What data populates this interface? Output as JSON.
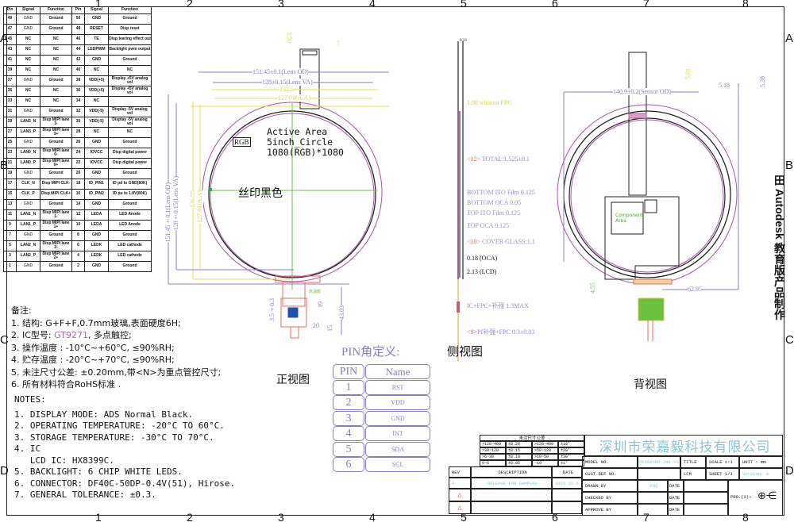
{
  "frame": {
    "columns": [
      "1",
      "2",
      "3",
      "4",
      "5",
      "6",
      "7",
      "8"
    ],
    "rows": [
      "A",
      "B",
      "C",
      "D"
    ]
  },
  "pin_table": {
    "headers": [
      "Pin",
      "Signal",
      "Function",
      "Pin",
      "Signal",
      "Function"
    ],
    "rows": [
      [
        "49",
        "GND",
        "Ground",
        "50",
        "GND",
        "Ground"
      ],
      [
        "47",
        "GND",
        "Ground",
        "48",
        "RESET",
        "Disp reset"
      ],
      [
        "45",
        "NC",
        "NC",
        "46",
        "TE",
        "Disp tearing effect out"
      ],
      [
        "43",
        "NC",
        "NC",
        "44",
        "LEDPWM",
        "Backlight pwm output"
      ],
      [
        "41",
        "NC",
        "NC",
        "42",
        "GND",
        "Ground"
      ],
      [
        "39",
        "NC",
        "NC",
        "40",
        "NC",
        "NC"
      ],
      [
        "37",
        "GND",
        "Ground",
        "38",
        "VDD(+5)",
        "Display +5V analog vol"
      ],
      [
        "35",
        "NC",
        "NC",
        "36",
        "VDD(+5)",
        "Display +5V analog vol"
      ],
      [
        "33",
        "NC",
        "NC",
        "34",
        "NC",
        ""
      ],
      [
        "31",
        "GND",
        "Ground",
        "32",
        "VDD(-5)",
        "Display -5V analog vol"
      ],
      [
        "29",
        "LAN3_N",
        "Disp MIPI lane 3-",
        "30",
        "VDD(-5)",
        "Display -5V analog vol"
      ],
      [
        "27",
        "LAN3_P",
        "Disp MIPI lane 3+",
        "28",
        "NC",
        "NC"
      ],
      [
        "25",
        "GND",
        "Ground",
        "26",
        "GND",
        "Ground"
      ],
      [
        "23",
        "LAN0_N",
        "Disp MIPI lane 0-",
        "24",
        "IOVCC",
        "Disp digital power"
      ],
      [
        "21",
        "LAN0_P",
        "Disp MIPI lane 0+",
        "22",
        "IOVCC",
        "Disp digital power"
      ],
      [
        "19",
        "GND",
        "Ground",
        "20",
        "GND",
        "Ground"
      ],
      [
        "17",
        "CLK_N",
        "Disp MIPI CLK-",
        "18",
        "ID_PIN1",
        "ID pd to GND(80K)"
      ],
      [
        "15",
        "CLK_P",
        "Disp MIPI CLK+",
        "16",
        "ID_PIN2",
        "ID pu to 1.8V(80K)"
      ],
      [
        "13",
        "GND",
        "Ground",
        "14",
        "GND",
        "Ground"
      ],
      [
        "11",
        "LAN1_N",
        "Disp MIPI lane 1-",
        "12",
        "LEDA",
        "LED Anode"
      ],
      [
        "9",
        "LAN1_P",
        "Disp MIPI lane 1+",
        "10",
        "LEDA",
        "LED Anode"
      ],
      [
        "7",
        "GND",
        "Ground",
        "8",
        "GND",
        "Ground"
      ],
      [
        "5",
        "LAN2_N",
        "Disp MIPI lane 2-",
        "6",
        "LEDK",
        "LED cathode"
      ],
      [
        "3",
        "LAN2_P",
        "Disp MIPI lane 2+",
        "4",
        "LEDK",
        "LED cathode"
      ],
      [
        "1",
        "GND",
        "Ground",
        "2",
        "GND",
        "Ground"
      ]
    ]
  },
  "notes_cn": {
    "title": "备注:",
    "items": [
      "1. 结构: G+F+F,0.7mm玻璃,表面硬度6H;",
      "2. IC型号: ",
      "3. 操作温度 : -10°C~+60°C, ≤90%RH;",
      "4. 贮存温度 : -20°C~+70°C, ≤90%RH;",
      "5. 未注尺寸公差: ±0.20mm,带<N>为重点管控尺寸;",
      "6. 所有材料符合RoHS标准 ."
    ],
    "ic_model": "GT9271",
    "ic_suffix": ", 多点触控;"
  },
  "notes_en": {
    "title": "NOTES:",
    "items": [
      "1. DISPLAY MODE: ADS Normal Black.",
      "2. OPERATING TEMPERATURE: -20°C TO 60°C.",
      "3. STORAGE TEMPERATURE: -30°C TO 70°C.",
      "4. IC",
      "   LCD IC: HX8399C.",
      "5. BACKLIGHT: 6 CHIP WHITE LEDS.",
      "6. CONNECTOR: DF40C-50DP-0.4V(51), Hirose.",
      "7. GENERAL TOLERANCE: ±0.3."
    ]
  },
  "front_view": {
    "title": "正视图",
    "active_area": [
      "Active Area",
      "5inch_Circle",
      "1080(RGB)*1080"
    ],
    "rgb": "RGB",
    "silkscreen": "丝印黑色",
    "dims": {
      "lens_od": "151.45±0.1(Lens OD)",
      "lens_va": "128±0.15(Lens VA)",
      "d132": "132.5",
      "d127": "127.01(A.A)",
      "v_lens_od": "151.45±0.1(Lens OD)",
      "v_lens_va": "128±0.15(Lens VA)",
      "v136": "136.55",
      "v127": "127.01(A.A)",
      "d350": "3.50",
      "d7": "7",
      "d35": "3.5±0.3",
      "d19": "19",
      "d20": "20",
      "d15": "15",
      "d43": "43.03",
      "stiffener": "高温胶"
    }
  },
  "pin_def": {
    "title": "PIN角定义:",
    "headers": [
      "PIN",
      "Name"
    ],
    "rows": [
      [
        "1",
        "RST"
      ],
      [
        "2",
        "VDD"
      ],
      [
        "3",
        "GND"
      ],
      [
        "4",
        "INT"
      ],
      [
        "5",
        "SDA"
      ],
      [
        "6",
        "SCL"
      ]
    ]
  },
  "side_view": {
    "title": "侧视图",
    "top_dim": "0.33",
    "labels": [
      {
        "text": "1.98 whitout FPC",
        "color": "#d8d24a"
      },
      {
        "tag": "<12>",
        "text": " TOTAL:1.525±0.1",
        "color": "#9a8ccf"
      },
      {
        "text": "BOTTOM ITO Film 0.125",
        "color": "#9a8ccf"
      },
      {
        "text": "BOTTOM OCA 0.05",
        "color": "#9a8ccf"
      },
      {
        "text": "TOP ITO Film 0.125",
        "color": "#9a8ccf"
      },
      {
        "text": "TOP OCA 0.125",
        "color": "#9a8ccf"
      },
      {
        "tag": "<10>",
        "text": " COVER GLASS:1.1",
        "color": "#9a8ccf"
      },
      {
        "text": "0.18 (OCA)",
        "color": "#111"
      },
      {
        "text": "2.13 (LCD)",
        "color": "#111"
      },
      {
        "text": "IC+FPC+补强 1.3MAX",
        "color": "#9a8ccf"
      },
      {
        "tag": "<9>",
        "text": "PI补强+FPC 0.3±0.03",
        "color": "#9a8ccf"
      }
    ]
  },
  "back_view": {
    "title": "背视图",
    "sensor_od": "140.9±0.2(Sensor OD)",
    "d518": "5.18",
    "d528": "5.38",
    "d5": "5.81",
    "component": [
      "Component",
      "Area"
    ],
    "d455": "4.55",
    "d6295": "62.95"
  },
  "title_block": {
    "company": "深圳市荣嘉毅科技有限公司",
    "tolerance_title": "未注尺寸公差",
    "tolerance": [
      [
        ">120~400",
        "±0.20",
        ">120~400",
        "±10'"
      ],
      [
        ">30~120",
        "±0.15",
        ">50~120",
        "±20'"
      ],
      [
        ">6~30",
        "±0.10",
        ">10~50",
        "±30'"
      ],
      [
        "0~6",
        "±0.05",
        "~10",
        "±1°"
      ]
    ],
    "rev_header": "REV",
    "desc_header": "DESCRIPTION",
    "date_header": "DATE",
    "rev": "0",
    "description": "RELEASE FOR SAMPLES",
    "date": "2022.12.6",
    "model_no_label": "MODEL NO.",
    "model_no": "RY050YMP-J40-V1",
    "title_label": "TITLE",
    "scale": "SCALE 1:1",
    "unit": "UNIT : mm",
    "cust_ref_label": "CUST.REF NO.",
    "title_value": "LCM",
    "sheet": "SHEET 1/1",
    "version": "Version: 0",
    "drawn_by_label": "DRAWN BY",
    "drawn_by": "ZHQ",
    "date_label": "DATE",
    "checked_by_label": "CHECKED BY",
    "approve_by_label": "APPROVE BY",
    "projection": "PRO.(3):"
  },
  "watermark": "田 Autodesk 教育版产品制作"
}
